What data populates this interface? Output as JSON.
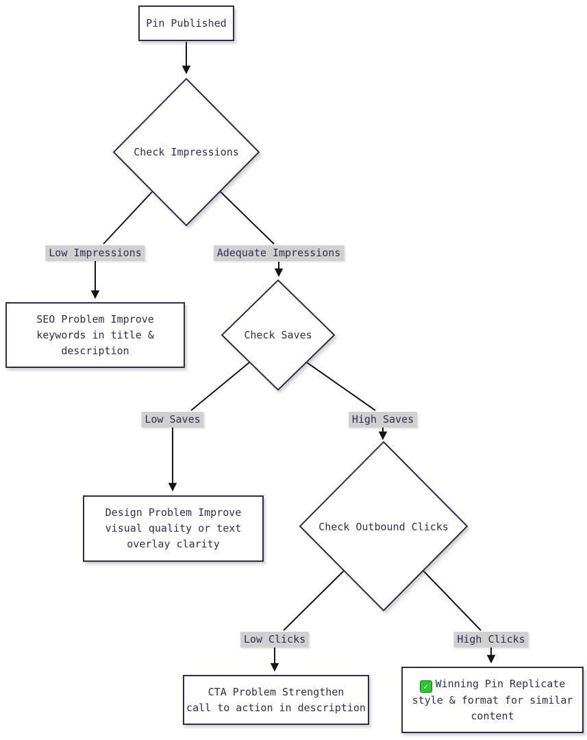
{
  "diagram": {
    "type": "flowchart",
    "direction": "top-down",
    "colors": {
      "background": "#ffffff",
      "node_fill": "#ffffff",
      "node_border": "#2b2b4d",
      "text": "#2e2e54",
      "edge_label_bg": "#d0d0d0",
      "arrow": "#141414",
      "check_icon_green": "#2ec52e"
    },
    "nodes": [
      {
        "id": "start",
        "shape": "rect",
        "label": "Pin Published"
      },
      {
        "id": "check_impressions",
        "shape": "diamond",
        "label": "Check Impressions"
      },
      {
        "id": "seo_problem",
        "shape": "rect",
        "label": "SEO Problem Improve\nkeywords in title &\ndescription"
      },
      {
        "id": "check_saves",
        "shape": "diamond",
        "label": "Check Saves"
      },
      {
        "id": "design_problem",
        "shape": "rect",
        "label": "Design Problem Improve\nvisual quality or text\noverlay clarity"
      },
      {
        "id": "check_outbound_clicks",
        "shape": "diamond",
        "label": "Check Outbound Clicks"
      },
      {
        "id": "cta_problem",
        "shape": "rect",
        "label": "CTA Problem Strengthen\ncall to action in description"
      },
      {
        "id": "winning_pin",
        "shape": "rect",
        "icon": "✅",
        "label": "Winning Pin Replicate\nstyle & format for similar\ncontent"
      }
    ],
    "edges": [
      {
        "from": "start",
        "to": "check_impressions",
        "label": ""
      },
      {
        "from": "check_impressions",
        "to": "seo_problem",
        "label": "Low Impressions"
      },
      {
        "from": "check_impressions",
        "to": "check_saves",
        "label": "Adequate Impressions"
      },
      {
        "from": "check_saves",
        "to": "design_problem",
        "label": "Low Saves"
      },
      {
        "from": "check_saves",
        "to": "check_outbound_clicks",
        "label": "High Saves"
      },
      {
        "from": "check_outbound_clicks",
        "to": "cta_problem",
        "label": "Low Clicks"
      },
      {
        "from": "check_outbound_clicks",
        "to": "winning_pin",
        "label": "High Clicks"
      }
    ]
  },
  "icons": {
    "winning_check": "✓"
  }
}
